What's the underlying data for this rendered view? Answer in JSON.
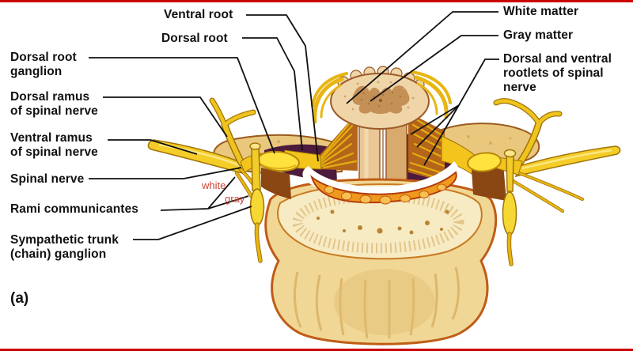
{
  "figure": {
    "panel_label": "(a)",
    "description": "Cross section of the spinal cord within a vertebra showing spinal nerve roots, rami and sympathetic trunk"
  },
  "labels": {
    "ventral_root": "Ventral root",
    "dorsal_root": "Dorsal root",
    "white_matter": "White matter",
    "gray_matter": "Gray matter",
    "rootlets": "Dorsal and ventral\nrootlets of spinal\nnerve",
    "dorsal_root_ganglion": "Dorsal root\nganglion",
    "dorsal_ramus": "Dorsal ramus\nof spinal nerve",
    "ventral_ramus": "Ventral ramus\nof spinal nerve",
    "spinal_nerve": "Spinal nerve",
    "rami_communicantes": "Rami communicantes",
    "sympathetic_trunk": "Sympathetic trunk\n(chain) ganglion",
    "ramus_white": "white",
    "ramus_gray": "gray"
  },
  "colors": {
    "border_red": "#cc0000",
    "label_text": "#111111",
    "annotation_red": "#cc4433",
    "nerve_yellow": "#f3c91f",
    "ganglion_yellow": "#ffe23e",
    "bone_cream": "#f1d795",
    "bone_cut_surface": "#f7ebc4",
    "bone_outline": "#bf5c16",
    "cord_tan": "#efd5a8",
    "gray_matter_tan": "#c49056",
    "dura_purple": "#4c1a3c",
    "epidural_fat_orange": "#ef9a1e"
  }
}
